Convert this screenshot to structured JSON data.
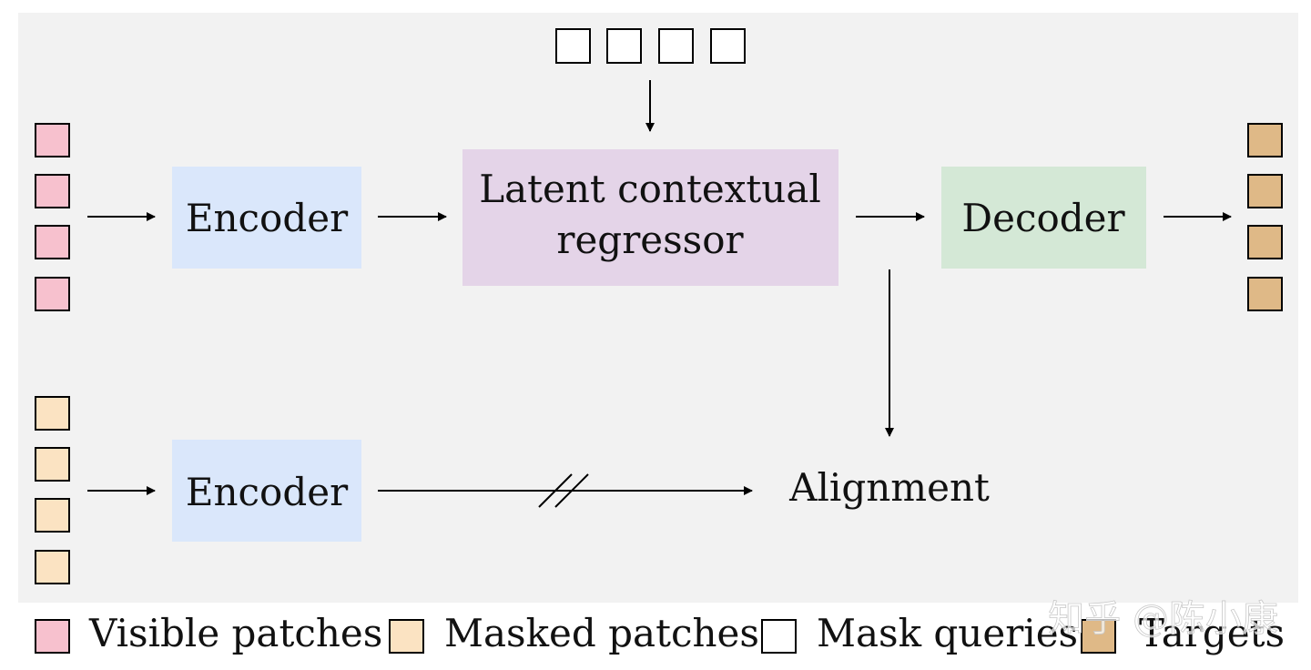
{
  "colors": {
    "visible": "#f7c1ce",
    "masked": "#fbe3c2",
    "query": "#ffffff",
    "target": "#dfb987",
    "encoder": "#dae7fb",
    "regressor": "#e4d4e8",
    "decoder": "#d4e8d6",
    "background": "#f2f2f2"
  },
  "blocks": {
    "encoder_top": "Encoder",
    "regressor_line1": "Latent contextual",
    "regressor_line2": "regressor",
    "decoder": "Decoder",
    "encoder_bottom": "Encoder",
    "alignment": "Alignment"
  },
  "legend": {
    "visible": "Visible patches",
    "masked": "Masked patches",
    "queries": "Mask queries",
    "targets": "Targets"
  },
  "watermark": "知乎 @陈小康"
}
